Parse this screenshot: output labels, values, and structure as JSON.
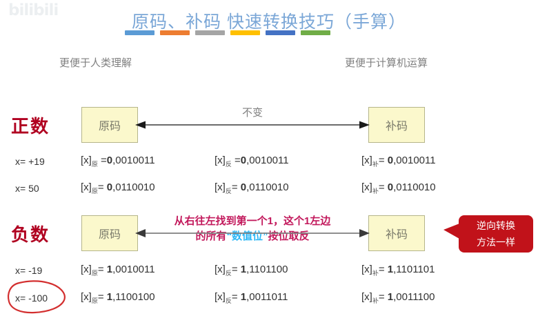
{
  "watermark": {
    "text": "bilibili"
  },
  "title": {
    "text": "原码、补码 快速转换技巧（手算）"
  },
  "accent_bars": [
    {
      "name": "bar-lightblue",
      "color": "#5b9bd5"
    },
    {
      "name": "bar-orange",
      "color": "#ed7d31"
    },
    {
      "name": "bar-gray",
      "color": "#a5a5a5"
    },
    {
      "name": "bar-yellow",
      "color": "#ffc000"
    },
    {
      "name": "bar-darkblue",
      "color": "#4472c4"
    },
    {
      "name": "bar-green",
      "color": "#70ad47"
    }
  ],
  "captions": {
    "left": "更便于人类理解",
    "right": "更便于计算机运算"
  },
  "positive": {
    "label": "正数",
    "box_left": "原码",
    "box_right": "补码",
    "arrow_label": "不变",
    "rows": [
      {
        "x": "x= +19",
        "original": {
          "pre": "[x]",
          "sub": "原",
          "eq": " =",
          "sign": "0",
          "bits": ",0010011"
        },
        "inverse": {
          "pre": "[x]",
          "sub": "反",
          "eq": " =",
          "sign": "0",
          "bits": ",0010011"
        },
        "complement": {
          "pre": "[x]",
          "sub": "补",
          "eq": "= ",
          "sign": "0",
          "bits": ",0010011"
        }
      },
      {
        "x": "x= 50",
        "original": {
          "pre": "[x]",
          "sub": "原",
          "eq": "= ",
          "sign": "0",
          "bits": ",0110010"
        },
        "inverse": {
          "pre": "[x]",
          "sub": "反",
          "eq": "= ",
          "sign": "0",
          "bits": ",0110010"
        },
        "complement": {
          "pre": "[x]",
          "sub": "补",
          "eq": "= ",
          "sign": "0",
          "bits": ",0110010"
        }
      }
    ]
  },
  "negative": {
    "label": "负数",
    "box_left": "原码",
    "box_right": "补码",
    "arrow_label_line1_a": "从右往左找到第一个1，这个1左边",
    "arrow_label_line2_a": "的所有",
    "arrow_label_line2_hl": "“数值位”",
    "arrow_label_line2_b": "按位取反",
    "callout_line1": "逆向转换",
    "callout_line2": "方法一样",
    "rows": [
      {
        "x": "x= -19",
        "original": {
          "pre": "[x]",
          "sub": "原",
          "eq": "= ",
          "sign": "1",
          "bits": ",0010011"
        },
        "inverse": {
          "pre": "[x]",
          "sub": "反",
          "eq": "= ",
          "sign": "1",
          "bits": ",1101100"
        },
        "complement": {
          "pre": "[x]",
          "sub": "补",
          "eq": "= ",
          "sign": "1",
          "bits": ",1101101"
        }
      },
      {
        "x": "x= -100",
        "original": {
          "pre": "[x]",
          "sub": "原",
          "eq": "= ",
          "sign": "1",
          "bits": ",1100100"
        },
        "inverse": {
          "pre": "[x]",
          "sub": "反",
          "eq": "= ",
          "sign": "1",
          "bits": ",0011011"
        },
        "complement": {
          "pre": "[x]",
          "sub": "补",
          "eq": "= ",
          "sign": "1",
          "bits": ",0011100"
        }
      }
    ]
  },
  "annotations": {
    "circle_color": "#d32f2f",
    "circled_target": "x= -100"
  },
  "colors": {
    "title": "#7ba7d7",
    "row_label": "#b00020",
    "box_fill": "#fbf8cc",
    "box_border": "#b5b58a",
    "neg_arrow_text": "#c2185b",
    "highlight": "#29b6f6",
    "callout_bg": "#c1121a"
  }
}
